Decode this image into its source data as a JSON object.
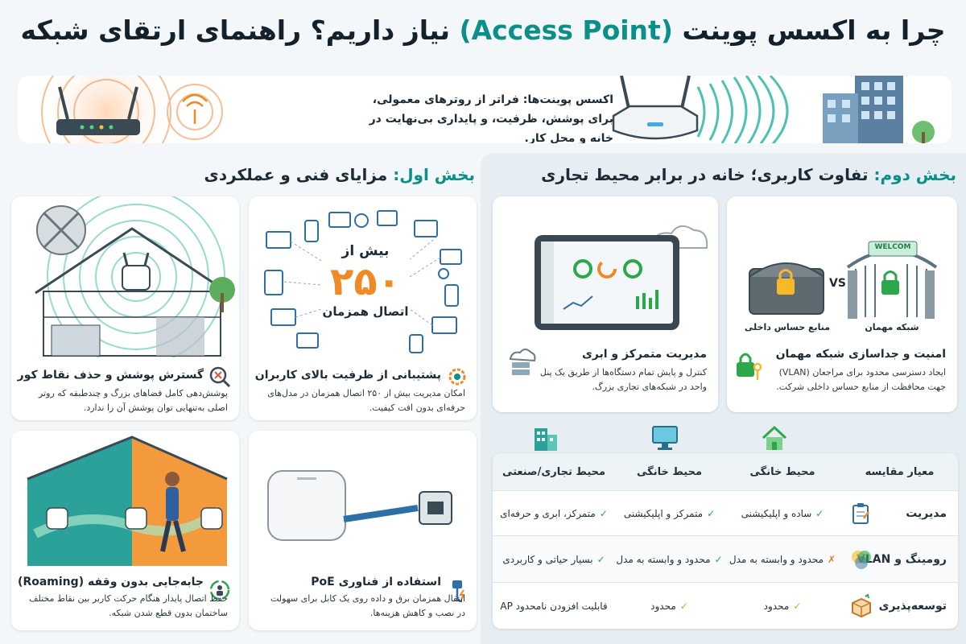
{
  "header": {
    "title_part1": "چرا به اکسس پوینت",
    "title_highlight": "(Access Point)",
    "title_part2": "نیاز داریم؟ راهنمای ارتقای شبکه"
  },
  "hero": {
    "text": "اکسس پوینت‌ها: فراتر از روترهای معمولی، برای پوشش، ظرفیت، و پایداری بی‌نهایت در خانه و محل کار."
  },
  "section1": {
    "prefix": "بخش اول:",
    "title": "مزایای فنی و عملکردی",
    "cards": [
      {
        "title": "گسترش پوشش و حذف نقاط کور",
        "desc": "پوشش‌دهی کامل فضاهای بزرگ و چندطبقه که روتر اصلی به‌تنهایی توان پوشش آن را ندارد."
      },
      {
        "title": "پشتیبانی از ظرفیت بالای کاربران",
        "desc": "امکان مدیریت بیش از ۲۵۰ اتصال همزمان در مدل‌های حرفه‌ای بدون افت کیفیت.",
        "badge_top": "بیش از",
        "badge_num": "۲۵۰",
        "badge_bottom": "اتصال همزمان"
      },
      {
        "title": "جابه‌جایی بدون وقفه (Roaming)",
        "desc": "حفظ اتصال پایدار هنگام حرکت کاربر بین نقاط مختلف ساختمان بدون قطع شدن شبکه."
      },
      {
        "title": "استفاده از فناوری PoE",
        "desc": "انتقال همزمان برق و داده روی یک کابل برای سهولت در نصب و کاهش هزینه‌ها."
      }
    ]
  },
  "section2": {
    "prefix": "بخش دوم:",
    "title": "تفاوت کاربری؛ خانه در برابر محیط تجاری",
    "security": {
      "title": "امنیت و جداسازی شبکه مهمان",
      "desc": "ایجاد دسترسی محدود برای مراجعان (VLAN) جهت محافظت از منابع حساس داخلی شرکت.",
      "guest_label": "شبکه مهمان",
      "internal_label": "منابع حساس داخلی",
      "vs": "VS",
      "gate_sign": "WELCOM"
    },
    "management": {
      "title": "مدیریت متمرکز و ابری",
      "desc": "کنترل و پایش تمام دستگاه‌ها از طریق یک پنل واحد در شبکه‌های تجاری بزرگ."
    }
  },
  "table": {
    "headers": [
      "معیار مقایسه",
      "محیط خانگی",
      "محیط خانگی",
      "محیط تجاری/صنعتی"
    ],
    "rows": [
      {
        "metric": "مدیریت",
        "icon": "clipboard-icon",
        "c1": {
          "mark": "ok",
          "text": "ساده و اپلیکیشنی"
        },
        "c2": {
          "mark": "ok",
          "text": "متمرکز و اپلیکیشنی"
        },
        "c3": {
          "mark": "ok",
          "text": "متمرکز، ابری و حرفه‌ای"
        }
      },
      {
        "metric": "رومینگ و VLAN",
        "icon": "venn-icon",
        "c1": {
          "mark": "no",
          "text": "محدود و وابسته به مدل"
        },
        "c2": {
          "mark": "ok",
          "text": "محدود و وابسته به مدل"
        },
        "c3": {
          "mark": "ok",
          "text": "بسیار حیاتی و کاربردی"
        }
      },
      {
        "metric": "توسعه‌پذیری",
        "icon": "box-icon",
        "c1": {
          "mark": "mid",
          "text": "محدود"
        },
        "c2": {
          "mark": "mid",
          "text": "محدود"
        },
        "c3": {
          "mark": "",
          "text": "قابلیت افزودن نامحدود AP"
        }
      }
    ]
  },
  "colors": {
    "accent": "#0a8f89",
    "orange": "#f08a24",
    "green": "#2aa84a"
  }
}
